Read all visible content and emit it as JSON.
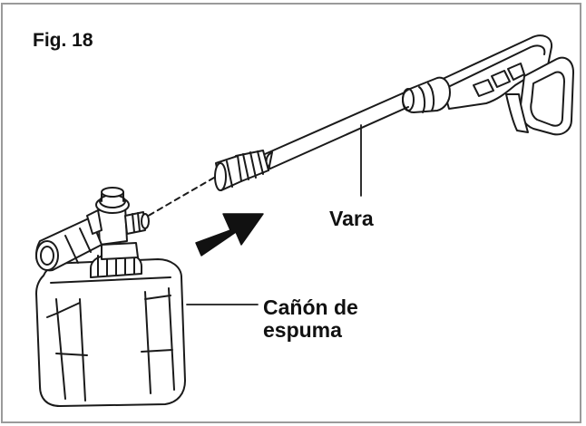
{
  "figure": {
    "label": "Fig. 18"
  },
  "callouts": {
    "wand": "Vara",
    "foam_cannon_line1": "Cañón de",
    "foam_cannon_line2": "espuma"
  }
}
